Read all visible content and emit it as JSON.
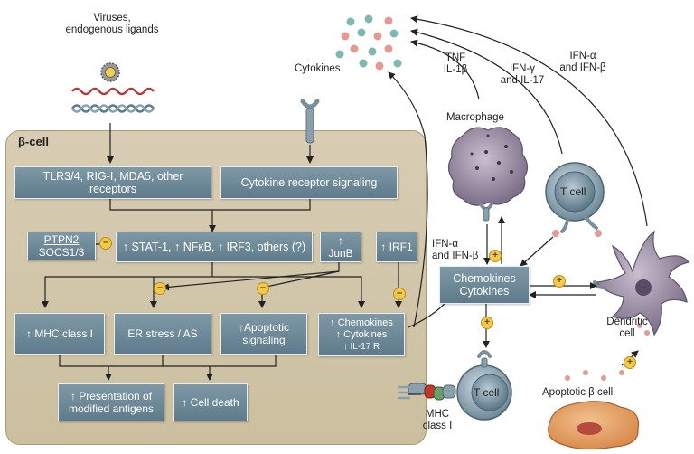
{
  "virus_label": [
    "Viruses,",
    "endogenous ligands"
  ],
  "cytokines_top_label": "Cytokines",
  "tnf_label": [
    "TNF",
    "IL-1β"
  ],
  "ifng_label": [
    "IFN-γ",
    "and IL-17"
  ],
  "ifna_top_label": [
    "IFN-α",
    "and IFN-β"
  ],
  "macrophage_label": "Macrophage",
  "beta_cell_label": "β-cell",
  "boxes": {
    "receptors": "TLR3/4,  RIG-I, MDA5, other receptors",
    "cytokine_signaling": "Cytokine receptor signaling",
    "ptpn2": [
      "PTPN2",
      "SOCS1/3"
    ],
    "stat1": "↑ STAT-1, ↑ NFκB, ↑ IRF3, others (?)",
    "junb": "↑ JunB",
    "irf1": "↑ IRF1",
    "mhc_class_i": "↑ MHC class I",
    "er_stress": "ER stress / AS",
    "apoptotic_signaling": [
      "↑Apoptotic",
      "signaling"
    ],
    "chemokines_inner": [
      "↑ Chemokines",
      "↑ Cytokines",
      "↑ IL-17 R"
    ],
    "presentation": [
      "↑ Presentation of",
      "modified antigens"
    ],
    "cell_death": "↑ Cell death",
    "chemokines_center": [
      "Chemokines",
      "Cytokines"
    ]
  },
  "t_cell_label": "T cell",
  "ifna_mid_label": [
    "IFN-α",
    "and IFN-β"
  ],
  "dendritic_label": [
    "Dendritic",
    "cell"
  ],
  "apoptotic_beta_label": "Apoptotic β cell",
  "mhc_label": [
    "MHC",
    "class I"
  ],
  "colors": {
    "panel": "#cbbf9f",
    "box": "#6b8796",
    "macrophage": "#8a7c95",
    "t_cell": "#8ea6b4",
    "dendritic": "#8a7c95",
    "apoptotic": "#e2a56a",
    "dot_teal": "#7fb8b0",
    "dot_pink": "#e39a92"
  }
}
